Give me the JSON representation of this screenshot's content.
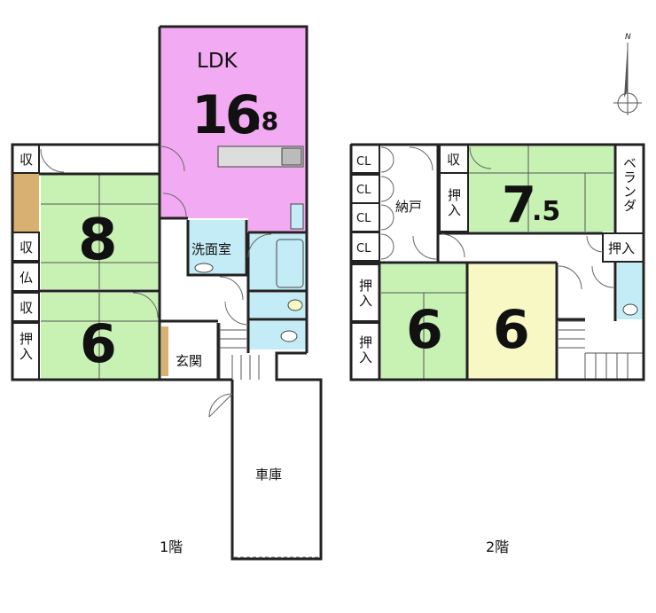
{
  "colors": {
    "ldk": "#f2aaf2",
    "tatami": "#c8f2b4",
    "tatami_yellow": "#f8f8c4",
    "wet": "#c4ecf6",
    "wood": "#d8b070",
    "wall": "#222222",
    "white": "#ffffff"
  },
  "floor1": {
    "floor_label": "1階",
    "ldk_label": "LDK",
    "ldk_size_main": "16",
    "ldk_size_decimal": ".8",
    "room8": "8",
    "room6": "6",
    "senmen": "洗面室",
    "genkan": "玄関",
    "shako": "車庫",
    "shu_top": "収",
    "shu_mid": "収",
    "butsu": "仏",
    "shu_bot": "収",
    "oshiire": "押入"
  },
  "floor2": {
    "floor_label": "2階",
    "cl1": "CL",
    "cl2": "CL",
    "cl3": "CL",
    "cl4": "CL",
    "nando": "納戸",
    "shu": "収",
    "oshiire_top": "押入",
    "room75_main": "7",
    "room75_decimal": ".5",
    "veranda": "ベランダ",
    "oshiire_right": "押入",
    "oshiire_left1": "押入",
    "oshiire_left2": "押入",
    "room6a": "6",
    "room6b": "6"
  },
  "compass": {
    "north_label": "N",
    "icon": "compass-icon"
  }
}
